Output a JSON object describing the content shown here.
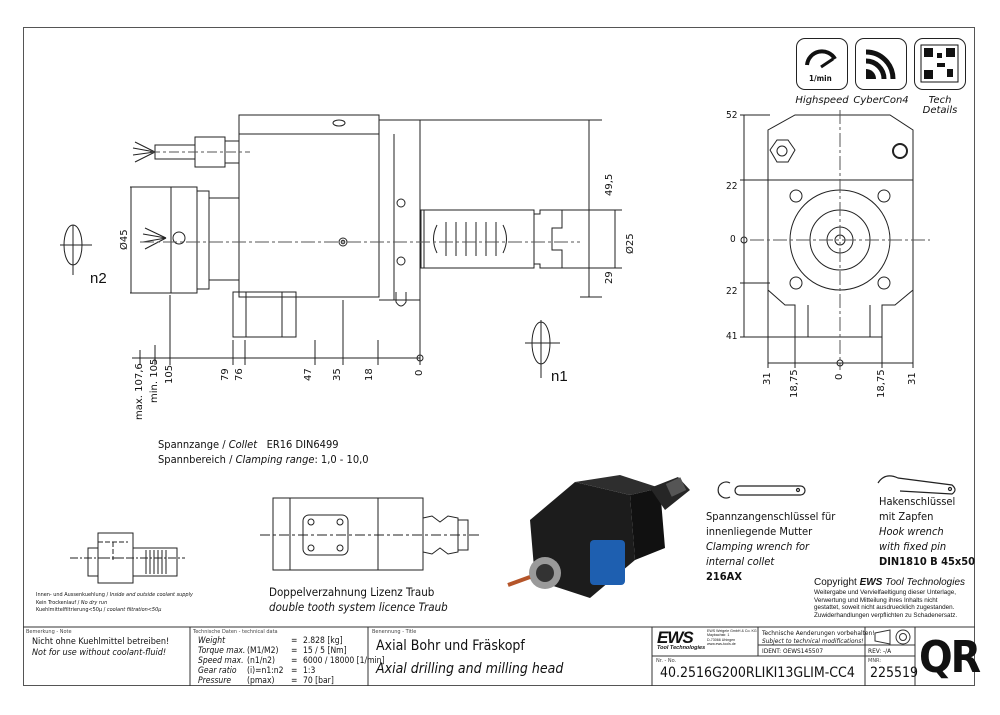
{
  "badges": [
    {
      "icon": "speedometer-icon",
      "inner_label": "1/min",
      "label": "Highspeed"
    },
    {
      "icon": "wireless-signal-icon",
      "label": "CyberCon4"
    },
    {
      "icon": "qr-code-icon",
      "label_line1": "Tech",
      "label_line2": "Details"
    }
  ],
  "side_view": {
    "dim_diameter_45": "Ø45",
    "dim_diameter_25": "Ø25",
    "dim_49_5": "49,5",
    "dim_29": "29",
    "rotation_n2": "n2",
    "rotation_n1": "n1",
    "axial_dims": [
      "max. 107,6",
      "min. 105",
      "105",
      "79",
      "76",
      "47",
      "35",
      "18",
      "0"
    ]
  },
  "front_view": {
    "vertical_dims": [
      "52",
      "22",
      "0",
      "22",
      "41"
    ],
    "horizontal_dims": [
      "31",
      "18,75",
      "0",
      "18,75",
      "31"
    ]
  },
  "collet": {
    "line1_de": "Spannzange / ",
    "line1_en": "Collet",
    "line1_value": "ER16   DIN6499",
    "line2_de": "Spannbereich / ",
    "line2_en": "Clamping range",
    "line2_value": ": 1,0 - 10,0"
  },
  "coolant_notes": [
    {
      "de": "Innen- und Aussenkuehlung / ",
      "en": "Inside and outside coolant supply"
    },
    {
      "de": "Kein Trockenlauf / ",
      "en": "No dry run"
    },
    {
      "de": "Kuehlmittelfiltrierung<50µ / ",
      "en": "coolant filtration<50µ"
    }
  ],
  "double_tooth": {
    "de": "Doppelverzahnung Lizenz Traub",
    "en": "double tooth system licence Traub"
  },
  "clamping_wrench": {
    "de1": "Spannzangenschlüssel für",
    "de2": "innenliegende Mutter",
    "en1": "Clamping wrench for",
    "en2": "internal collet",
    "part": "216AX"
  },
  "hook_wrench": {
    "de1": "Hakenschlüssel",
    "de2": "mit Zapfen",
    "en1": "Hook wrench",
    "en2": "with fixed pin",
    "part": "DIN1810 B 45x50"
  },
  "copyright": {
    "title_prefix": "Copyright ",
    "brand": "EWS",
    "title_suffix": " Tool Technologies",
    "lines": [
      "Weitergabe und Vervielfaeltigung dieser Unterlage,",
      "Verwertung und Mitteilung ihres Inhalts nicht",
      "gestattet, soweit nicht ausdruecklich zugestanden.",
      "Zuwiderhandlungen verpflichten zu Schadenersatz."
    ]
  },
  "title_block": {
    "note_label": "Bemerkung - Note",
    "note_de": "Nicht ohne Kuehlmittel betreiben!",
    "note_en": "Not for use without coolant-fluid!",
    "tech_label": "Technische Daten - technical data",
    "tech_rows": [
      {
        "name": "Weight",
        "sym": "",
        "eq": "=",
        "value": "2.828 [kg]"
      },
      {
        "name": "Torque max.",
        "sym": "(M1/M2)",
        "eq": "=",
        "value": "15 / 5 [Nm]"
      },
      {
        "name": "Speed max.",
        "sym": "(n1/n2)",
        "eq": "=",
        "value": "6000 / 18000 [1/min]"
      },
      {
        "name": "Gear ratio",
        "sym": "(i)=n1:n2",
        "eq": "=",
        "value": "1:3"
      },
      {
        "name": "Pressure",
        "sym": "(pmax)",
        "eq": "=",
        "value": "70 [bar]"
      }
    ],
    "title_label": "Benennung - Title",
    "title_de": "Axial Bohr und Fräskopf",
    "title_en": "Axial drilling and milling head",
    "company_logo": "EWS",
    "company_sub": "Tool Technologies",
    "company_address": [
      "EWS Weigele GmbH & Co. KG",
      "Maybachstr. 1",
      "D-73066 Uhingen",
      "www.ews-tools.de"
    ],
    "changes_de": "Technische Aenderungen vorbehalten!",
    "changes_en": "Subject to technical modifications!",
    "ident": "IDENT:  OEWS145507",
    "rev": "REV:  -/A",
    "nr_label": "Nr. - No.",
    "part_number": "40.2516G200RLIKI13GLIM-CC4",
    "mnr_label": "MNR:",
    "mnr": "225519",
    "qr_text": "QR"
  },
  "colors": {
    "line": "#222222",
    "frame": "#555555",
    "body_dark": "#1c1c1c",
    "plate_blue": "#1e5fb0",
    "pin_copper": "#b5552a"
  }
}
